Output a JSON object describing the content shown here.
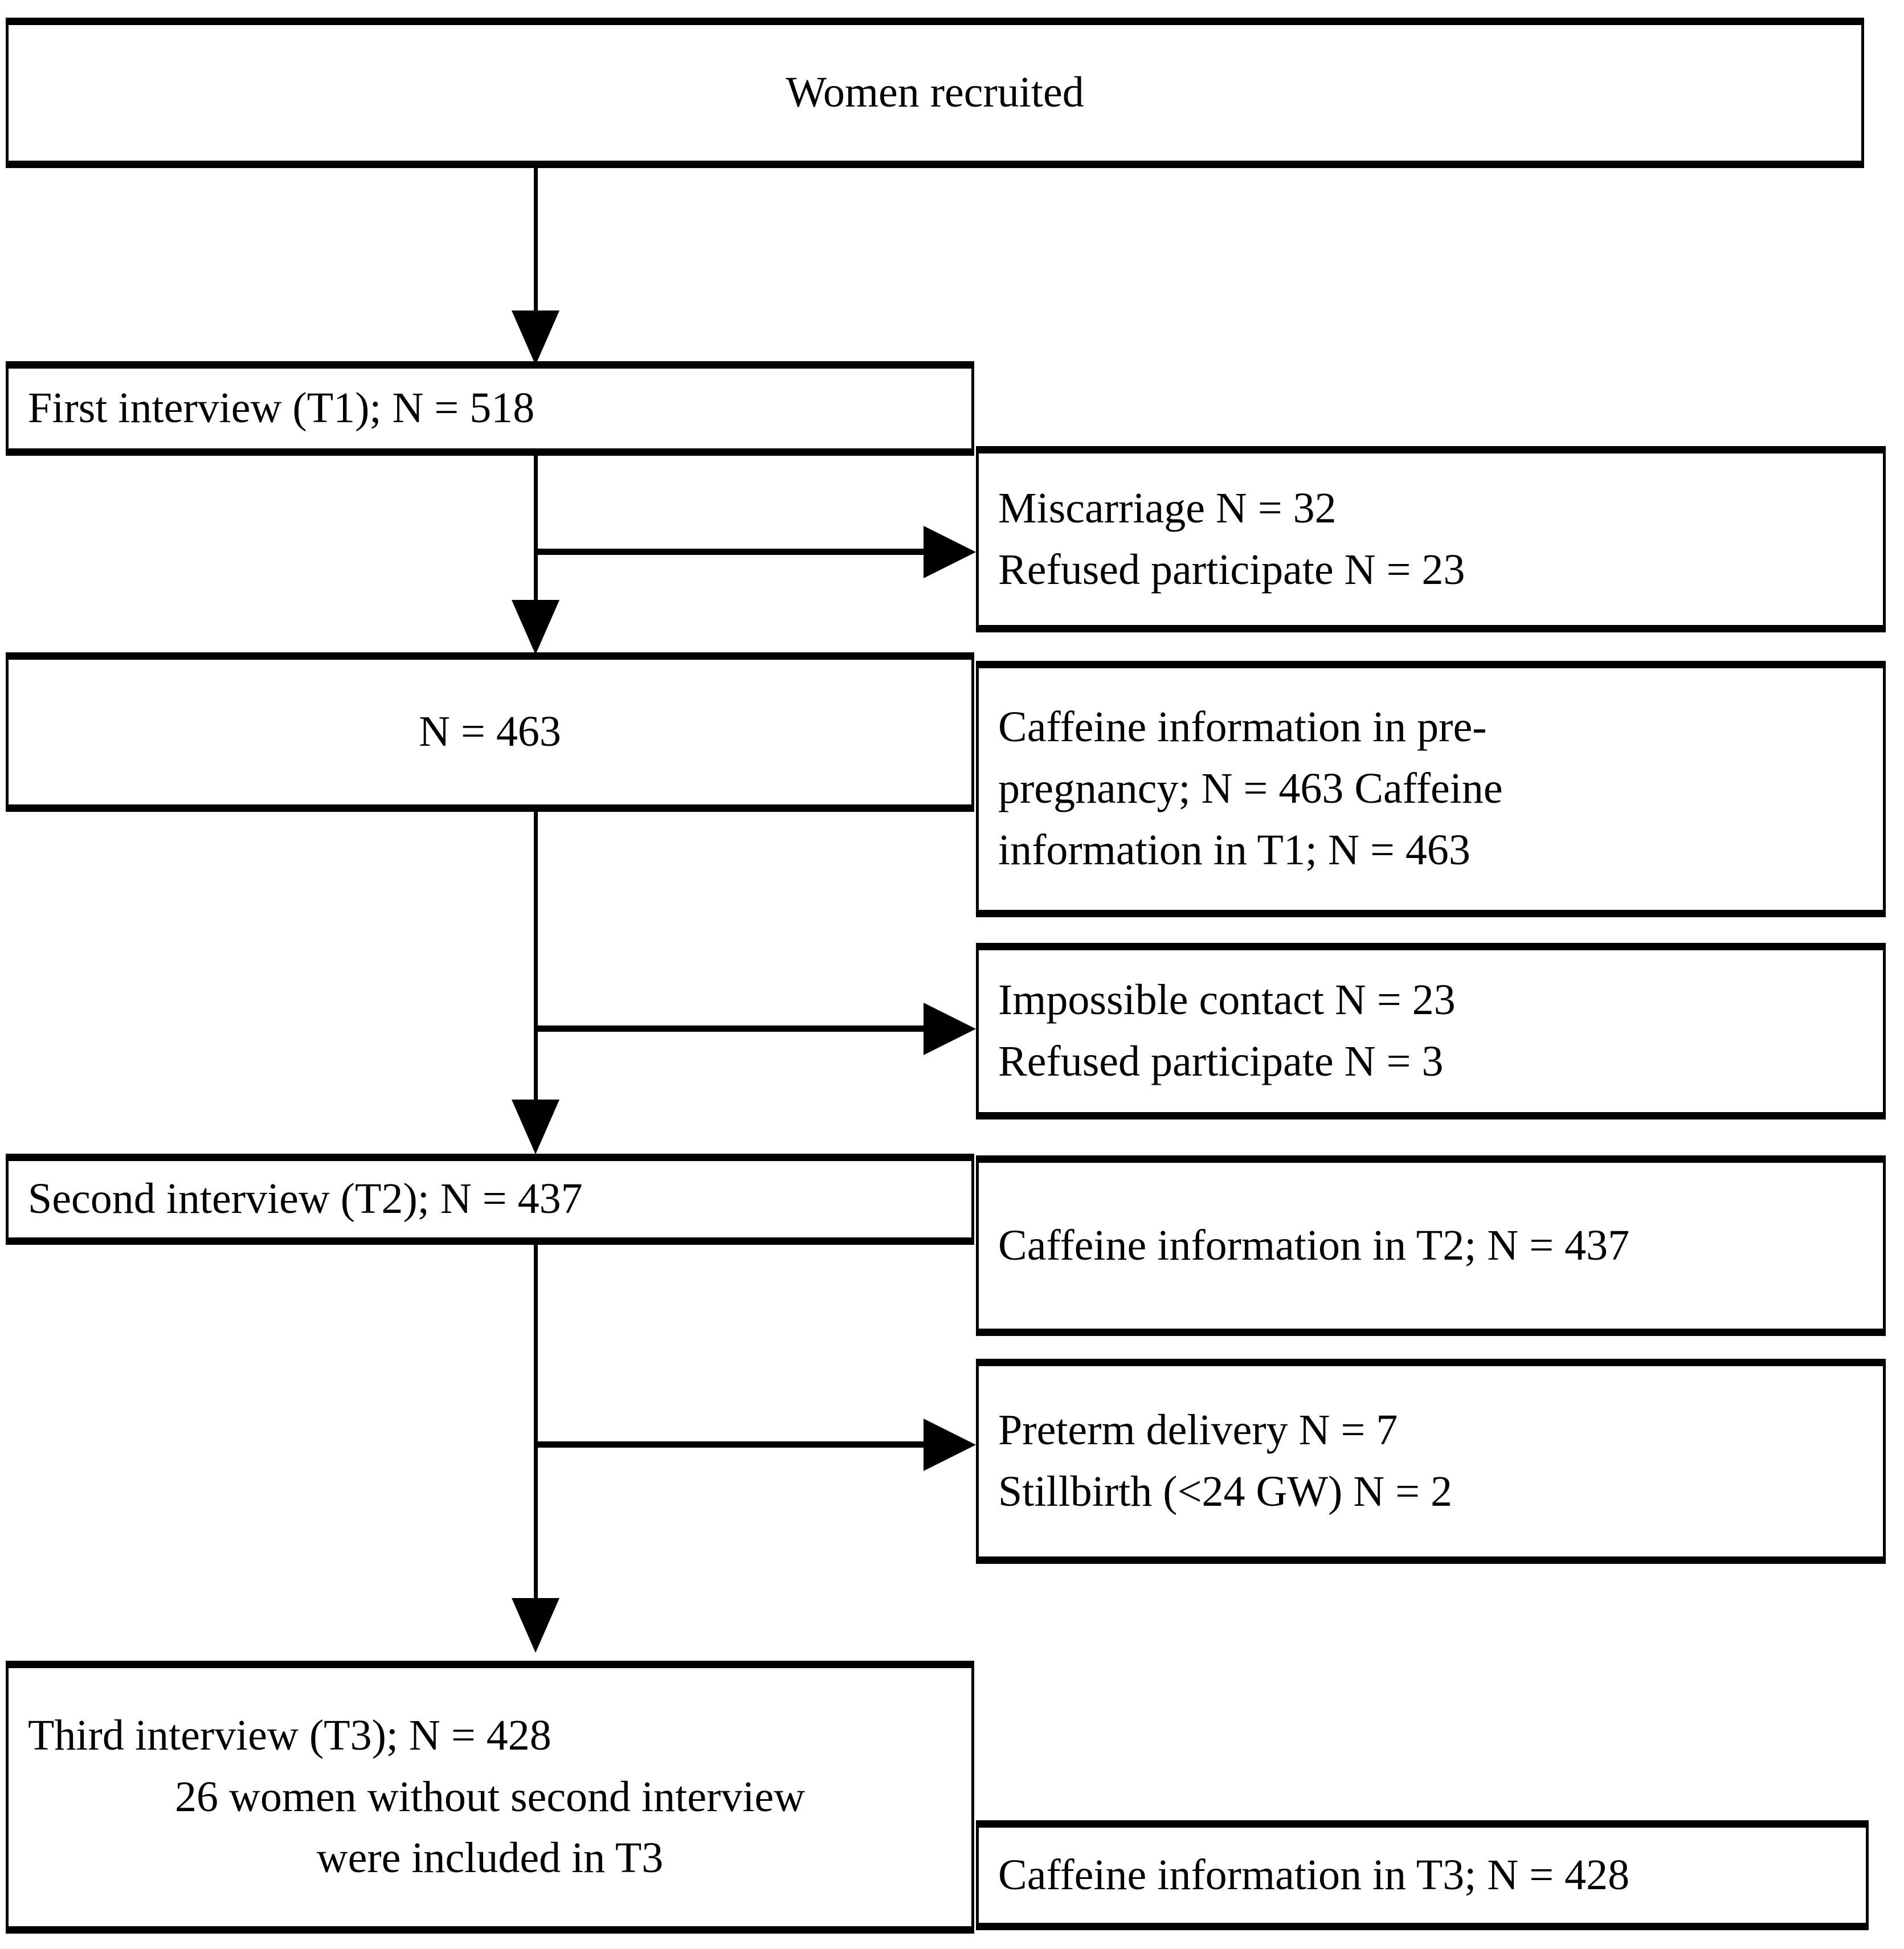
{
  "figure": {
    "type": "flowchart",
    "orientation": "top-to-bottom",
    "title_text": "Women recruited"
  },
  "nodes": {
    "recruited": {
      "label": "Women recruited",
      "align": "center"
    },
    "first_interview": {
      "line1": "First interview (T1); N = 518",
      "align": "left"
    },
    "excluded_t1": {
      "line1": "Miscarriage N = 32",
      "line2": "Refused participate N = 23",
      "align": "left"
    },
    "n463": {
      "line1": "N = 463",
      "align": "center"
    },
    "caffeine_pre": {
      "line1": "Caffeine information in pre-",
      "line2": "pregnancy; N = 463 Caffeine",
      "line3": "information in T1; N = 463",
      "align": "left"
    },
    "excluded_t2": {
      "line1": "Impossible contact N = 23",
      "line2": "Refused participate N = 3",
      "align": "left"
    },
    "second_interview": {
      "line1": "Second interview (T2); N = 437",
      "align": "left"
    },
    "caffeine_t2": {
      "line1": "Caffeine information in T2; N = 437",
      "align": "left"
    },
    "excluded_t3": {
      "line1": "Preterm delivery N = 7",
      "line2": "Stillbirth (<24 GW) N = 2",
      "align": "left"
    },
    "third_interview": {
      "line1": "Third interview (T3); N = 428",
      "line2": "26 women without second interview",
      "line3": "were included in T3",
      "align": "mixed"
    },
    "caffeine_t3": {
      "line1": "Caffeine information in T3; N = 428",
      "align": "left"
    }
  },
  "colors": {
    "stroke": "#000000",
    "background": "#ffffff",
    "text": "#000000"
  },
  "chart_data": {
    "type": "flowchart",
    "title": "Study participant flow",
    "stages": [
      {
        "id": "recruited",
        "label": "Women recruited",
        "n": null
      },
      {
        "id": "first_interview",
        "label": "First interview (T1)",
        "n": 518
      },
      {
        "id": "n463",
        "label": "N = 463",
        "n": 463
      },
      {
        "id": "second_interview",
        "label": "Second interview (T2)",
        "n": 437
      },
      {
        "id": "third_interview",
        "label": "Third interview (T3)",
        "n": 428
      }
    ],
    "exclusions": [
      {
        "after": "first_interview",
        "reasons": [
          {
            "reason": "Miscarriage",
            "n": 32
          },
          {
            "reason": "Refused participate",
            "n": 23
          }
        ]
      },
      {
        "after": "n463",
        "reasons": [
          {
            "reason": "Impossible contact",
            "n": 23
          },
          {
            "reason": "Refused participate",
            "n": 3
          }
        ]
      },
      {
        "after": "second_interview",
        "reasons": [
          {
            "reason": "Preterm delivery",
            "n": 7
          },
          {
            "reason": "Stillbirth (<24 GW)",
            "n": 2
          }
        ]
      }
    ],
    "annotations": [
      {
        "attached_to": "n463",
        "text": "Caffeine information in pre-pregnancy; N = 463 Caffeine information in T1; N = 463",
        "n": 463
      },
      {
        "attached_to": "second_interview",
        "text": "Caffeine information in T2; N = 437",
        "n": 437
      },
      {
        "attached_to": "third_interview",
        "text": "Caffeine information in T3; N = 428",
        "n": 428
      },
      {
        "attached_to": "third_interview",
        "text": "26 women without second interview were included in T3",
        "n": 26
      }
    ]
  }
}
